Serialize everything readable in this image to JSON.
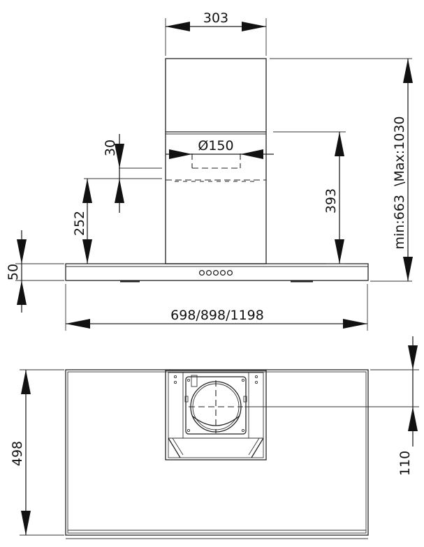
{
  "dimensions": {
    "chimney_width": "303",
    "duct_diameter": "Ø150",
    "inner_offset": "30",
    "outlet_height": "252",
    "canopy_height": "50",
    "inner_chimney_height": "393",
    "total_height_range": "min:663  \\Max:1030",
    "hood_width_options": "698/898/1198",
    "hood_depth": "498",
    "outlet_wall_distance": "110"
  },
  "colors": {
    "line": "#222222",
    "background": "#ffffff"
  }
}
